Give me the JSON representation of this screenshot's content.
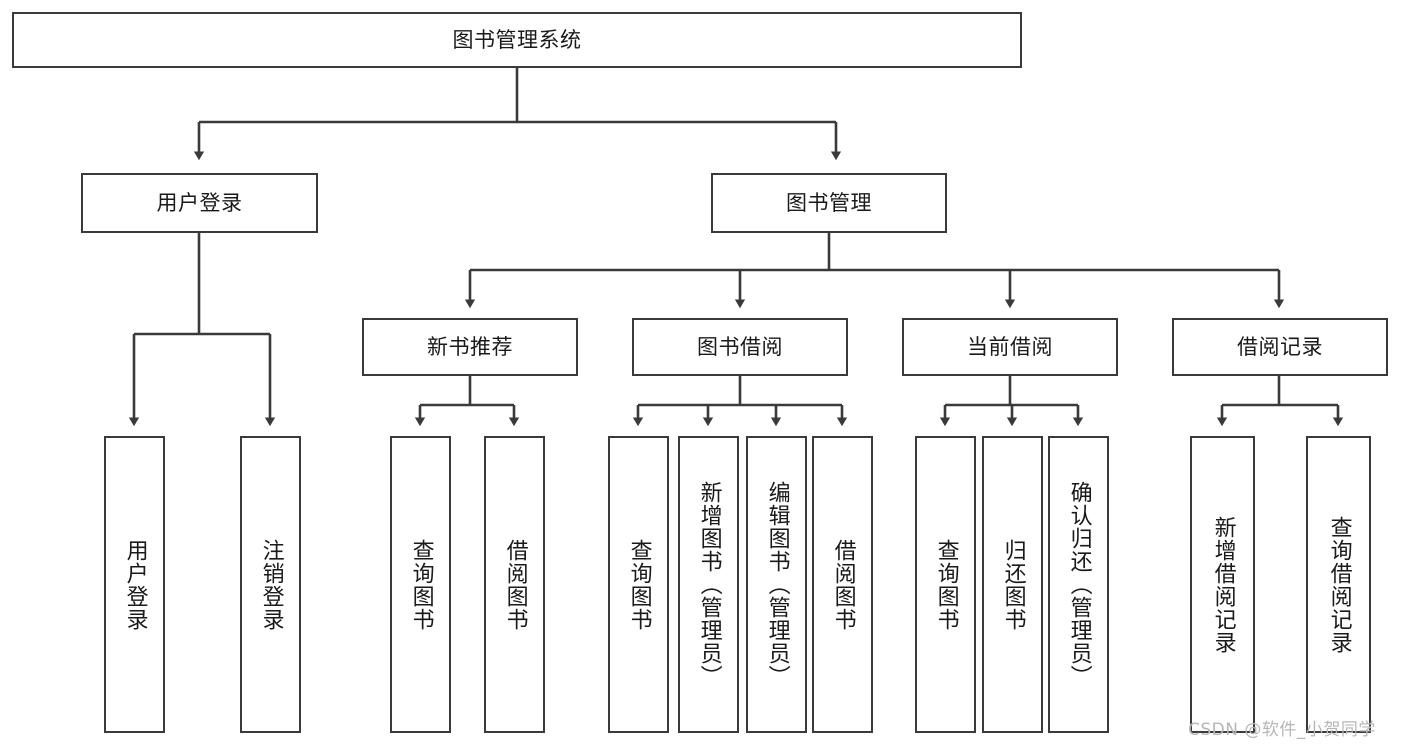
{
  "diagram": {
    "type": "tree-hierarchy",
    "title": "图书管理系统",
    "root": {
      "id": "root",
      "label": "图书管理系统"
    },
    "level2": [
      {
        "id": "user-login",
        "label": "用户登录"
      },
      {
        "id": "book-management",
        "label": "图书管理"
      }
    ],
    "level3": [
      {
        "id": "new-book-recommend",
        "label": "新书推荐",
        "parent": "book-management"
      },
      {
        "id": "book-borrow",
        "label": "图书借阅",
        "parent": "book-management"
      },
      {
        "id": "current-borrow",
        "label": "当前借阅",
        "parent": "book-management"
      },
      {
        "id": "borrow-record",
        "label": "借阅记录",
        "parent": "book-management"
      }
    ],
    "leaves": [
      {
        "id": "leaf-user-login",
        "label": "用户登录",
        "parent": "user-login"
      },
      {
        "id": "leaf-logout-login",
        "label": "注销登录",
        "parent": "user-login"
      },
      {
        "id": "leaf-query-book-1",
        "label": "查询图书",
        "parent": "new-book-recommend"
      },
      {
        "id": "leaf-borrow-book-1",
        "label": "借阅图书",
        "parent": "new-book-recommend"
      },
      {
        "id": "leaf-query-book-2",
        "label": "查询图书",
        "parent": "book-borrow"
      },
      {
        "id": "leaf-add-book",
        "label": "新增图书（管理员）",
        "parent": "book-borrow"
      },
      {
        "id": "leaf-edit-book",
        "label": "编辑图书（管理员）",
        "parent": "book-borrow"
      },
      {
        "id": "leaf-borrow-book-2",
        "label": "借阅图书",
        "parent": "book-borrow"
      },
      {
        "id": "leaf-query-book-3",
        "label": "查询图书",
        "parent": "current-borrow"
      },
      {
        "id": "leaf-return-book",
        "label": "归还图书",
        "parent": "current-borrow"
      },
      {
        "id": "leaf-confirm-return",
        "label": "确认归还（管理员）",
        "parent": "current-borrow"
      },
      {
        "id": "leaf-add-record",
        "label": "新增借阅记录",
        "parent": "borrow-record"
      },
      {
        "id": "leaf-query-record",
        "label": "查询借阅记录",
        "parent": "borrow-record"
      }
    ]
  },
  "watermark": {
    "text": "CSDN @软件_小贺同学"
  },
  "colors": {
    "stroke": "#3a3a3a",
    "text": "#1a1a1a",
    "background": "#ffffff",
    "watermark": "#b6b6b6"
  }
}
